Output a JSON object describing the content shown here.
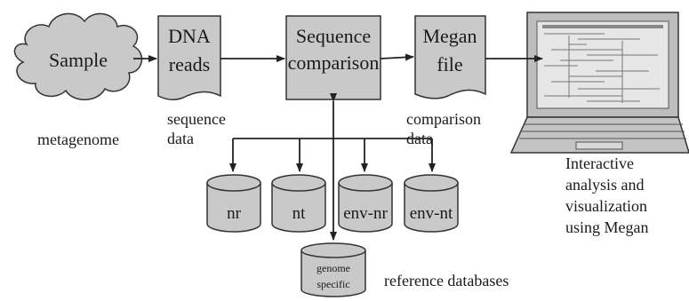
{
  "nodes": {
    "sample": "Sample",
    "dna_reads": [
      "DNA",
      "reads"
    ],
    "sequence_comparison": [
      "Sequence",
      "comparison"
    ],
    "megan_file": [
      "Megan",
      "file"
    ]
  },
  "captions": {
    "metagenome": "metagenome",
    "sequence_data": [
      "sequence",
      "data"
    ],
    "comparison_data": [
      "comparison",
      "data"
    ],
    "interactive": [
      "Interactive",
      "analysis and",
      "visualization",
      "using Megan"
    ],
    "reference_databases": "reference databases"
  },
  "databases": [
    "nr",
    "nt",
    "env-nr",
    "env-nt"
  ],
  "genome_db": [
    "genome",
    "specific"
  ],
  "icons": {
    "sample": "cloud-icon",
    "laptop": "laptop-icon",
    "database": "database-cylinder-icon"
  },
  "colors": {
    "shape_fill": "#c9c9c9",
    "outline": "#333333"
  }
}
